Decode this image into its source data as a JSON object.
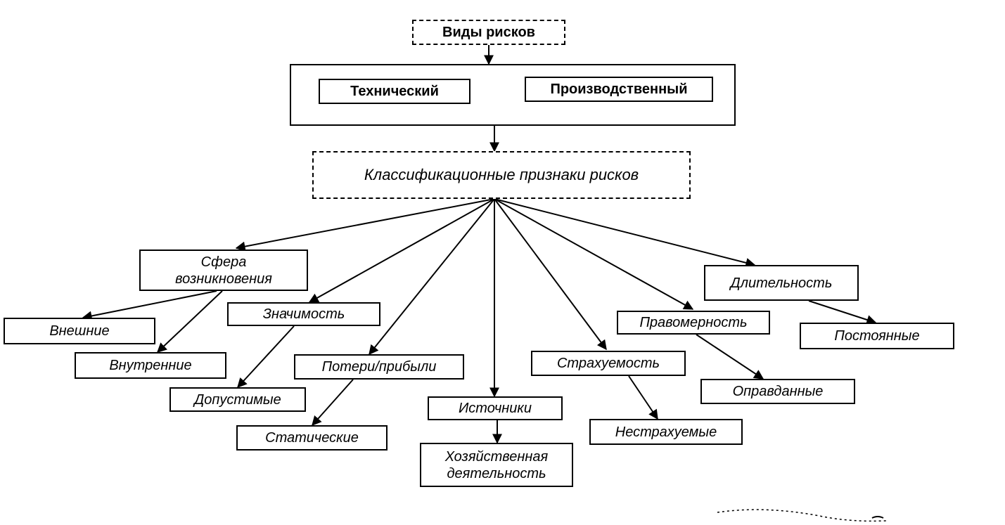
{
  "title": "Виды рисков",
  "types": [
    "Технический",
    "Производственный"
  ],
  "root": "Классификационные признаки рисков",
  "criteria": {
    "sphere": "Сфера возникновения",
    "significance": "Значимость",
    "loss": "Потери/прибыли",
    "sources": "Источники",
    "insurability": "Страхуемость",
    "legitimacy": "Правомерность",
    "duration": "Длительность"
  },
  "values": {
    "external": "Внешние",
    "internal": "Внутренние",
    "acceptable": "Допустимые",
    "static": "Статические",
    "economic": "Хозяйственная деятельность",
    "uninsurable": "Нестрахуемые",
    "justified": "Оправданные",
    "constant": "Постоянные"
  }
}
